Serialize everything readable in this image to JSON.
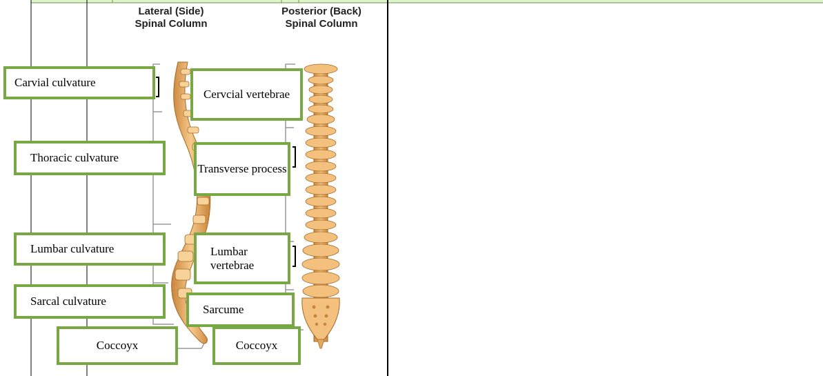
{
  "headers": {
    "lateral_line1": "Lateral (Side)",
    "lateral_line2": "Spinal Column",
    "posterior_line1": "Posterior (Back)",
    "posterior_line2": "Spinal Column"
  },
  "labels": {
    "cervical_curvature": "Carvial culvature",
    "thoracic_curvature": "Thoracic culvature",
    "lumbar_curvature": "Lumbar culvature",
    "sacral_curvature": "Sarcal culvature",
    "coccyx_left": "Coccoyx",
    "cervical_vertebrae": "Cervcial vertebrae",
    "transverse_process": "Transverse process",
    "lumbar_vertebrae": "Lumbar vertebrae",
    "sacrum": "Sarcume",
    "coccyx_right": "Coccoyx"
  },
  "colors": {
    "label_border": "#77a843",
    "table_header_fill": "#dff3d0",
    "bone": "#e8a85a"
  }
}
